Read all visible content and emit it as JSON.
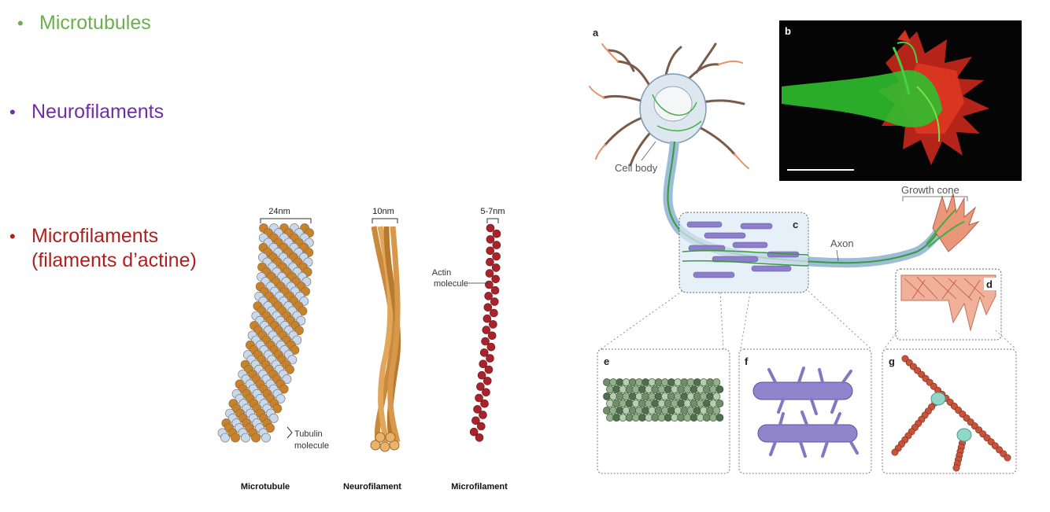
{
  "bullets": [
    {
      "label": "Microtubules",
      "color": "#6ab04c"
    },
    {
      "label": "Neurofilaments",
      "color": "#6f2da8"
    },
    {
      "label": "Microfilaments",
      "sub": "(filaments d’actine)",
      "color": "#b0201d"
    }
  ],
  "left_figure": {
    "microtubule": {
      "width_label": "24nm",
      "annotation": "Tubulin",
      "annotation2": "molecule",
      "caption": "Microtubule"
    },
    "neurofilament": {
      "width_label": "10nm",
      "caption": "Neurofilament"
    },
    "microfilament": {
      "width_label": "5-7nm",
      "annotation": "Actin",
      "annotation2": "molecule",
      "caption": "Microfilament"
    }
  },
  "right_figure": {
    "panels": [
      "a",
      "b",
      "c",
      "d",
      "e",
      "f",
      "g"
    ],
    "labels": {
      "cell_body": "Cell body",
      "axon": "Axon",
      "growth_cone": "Growth cone"
    }
  },
  "colors": {
    "microtubule_orange": "#c9822a",
    "tubulin_blue": "#c8d8ee",
    "actin_red": "#a8242c",
    "neuro_green": "#3bbd3b",
    "filament_purple": "#8d7fc7"
  }
}
